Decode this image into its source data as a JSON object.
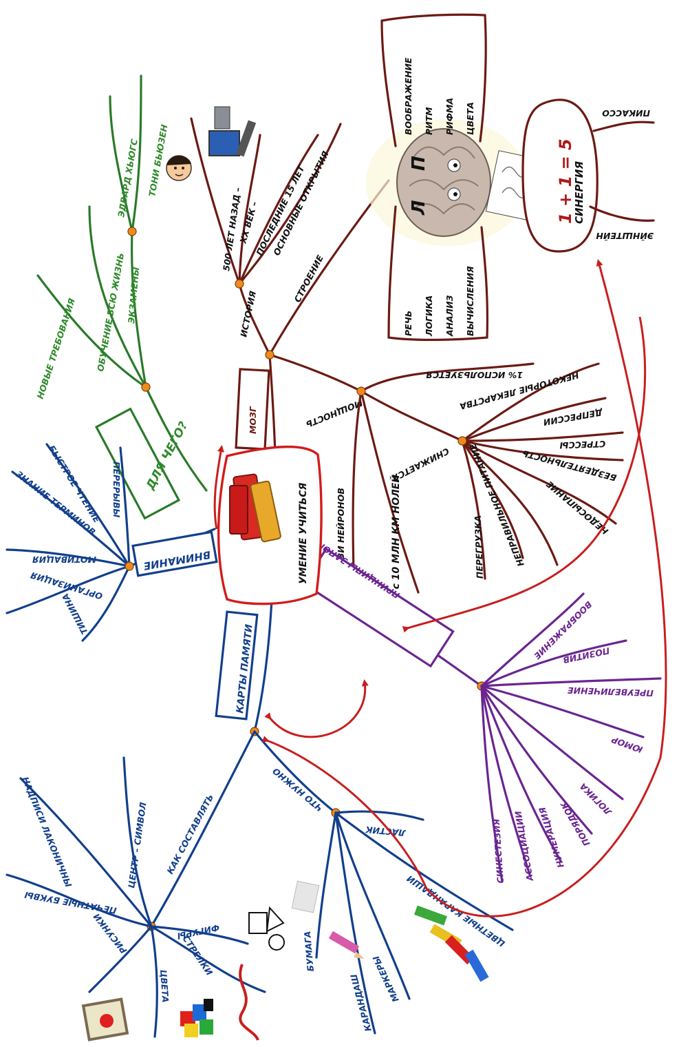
{
  "center": {
    "title": "УМЕНИЕ УЧИТЬСЯ"
  },
  "colors": {
    "brain": "#6b1a14",
    "why": "#2f8a2a",
    "attention": "#123f8c",
    "maps": "#123f8c",
    "memory": "#6a2590",
    "arrows": "#c81e1e",
    "node": "#f08a1a"
  },
  "brain": {
    "label": "МОЗГ",
    "history": {
      "label": "ИСТОРИЯ",
      "items": [
        "500 ЛЕТ НАЗАД –",
        "XX ВЕК –",
        "ПОСЛЕДНИЕ 15 ЛЕТ",
        "ОСНОВНЫЕ ОТКРЫТИЯ"
      ]
    },
    "structure": {
      "label": "СТРОЕНИЕ",
      "left": [
        "РЕЧЬ",
        "ЛОГИКА",
        "АНАЛИЗ",
        "ВЫЧИСЛЕНИЯ"
      ],
      "right": [
        "ВООБРАЖЕНИЕ",
        "РИТМ",
        "РИФМА",
        "ЦВЕТА"
      ],
      "hemi_left": "Л",
      "hemi_right": "П",
      "synergy": {
        "formula": "1 + 1 = 5",
        "label": "СИНЕРГИЯ",
        "people": [
          "ПИКАССО",
          "ЭЙНШТЕЙН"
        ]
      }
    },
    "power": {
      "label": "МОЩНОСТЬ",
      "used": "1% ИСПОЛЬЗУЕТСЯ",
      "connections": "СВЯЗИ НЕЙРОНОВ",
      "scale": "1 с 10 МЛН КМ НОЛЕЙ",
      "decreases": {
        "label": "СНИЖАЕТСЯ",
        "items": [
          "НЕКОТОРЫЕ ЛЕКАРСТВА",
          "ДЕПРЕССИИ",
          "СТРЕССЫ",
          "БЕЗДЕЯТЕЛЬНОСТЬ",
          "НЕДОСЫПАНИЕ",
          "НЕПРАВИЛЬНОЕ ПИТАНИЕ",
          "ПЕРЕГРУЗКА"
        ]
      }
    }
  },
  "why": {
    "label": "ДЛЯ ЧЕГО?",
    "items": [
      "НОВЫЕ ТРЕБОВАНИЯ",
      "ОБУЧЕНИЕ ВСЮ ЖИЗНЬ",
      "ЭКЗАМЕНЫ",
      "ЭДВАРД ХЬЮГС",
      "ТОНИ БЬЮЗЕН"
    ]
  },
  "attention": {
    "label": "ВНИМАНИЕ",
    "items": [
      "ПЕРЕРЫВЫ",
      "БЫСТРОЕ ЧТЕНИЕ",
      "ЗНАНИЕ ТЕРМИНОВ",
      "МОТИВАЦИЯ",
      "ОРГАНИЗАЦИЯ",
      "ТИШИНА"
    ]
  },
  "maps": {
    "label": "КАРТЫ ПАМЯТИ",
    "how": {
      "label": "КАК СОСТАВЛЯТЬ",
      "items": [
        "ЦЕНТР – СИМВОЛ",
        "НАДПИСИ ЛАКОНИЧНЫ",
        "ПЕЧАТНЫЕ БУКВЫ",
        "РИСУНКИ",
        "ЦВЕТА",
        "СТРЕЛКИ",
        "ФИГУРЫ"
      ]
    },
    "need": {
      "label": "ЧТО НУЖНО",
      "items": [
        "ЛАСТИК",
        "ЦВЕТНЫЕ КАРАНДАШИ",
        "МАРКЕРЫ",
        "КАРАНДАШ",
        "БУМАГА"
      ]
    }
  },
  "memory": {
    "label": "ПРИНЦИПЫ ЗАПОМИНАНИЯ",
    "items": [
      "ВООБРАЖЕНИЕ",
      "ПОЗИТИВ",
      "ПРЕУВЕЛИЧЕНИЕ",
      "ЮМОР",
      "ЛОГИКА",
      "ПОРЯДОК",
      "НУМЕРАЦИЯ",
      "АССОЦИАЦИИ",
      "СИНЕСТЕЗИЯ"
    ]
  }
}
